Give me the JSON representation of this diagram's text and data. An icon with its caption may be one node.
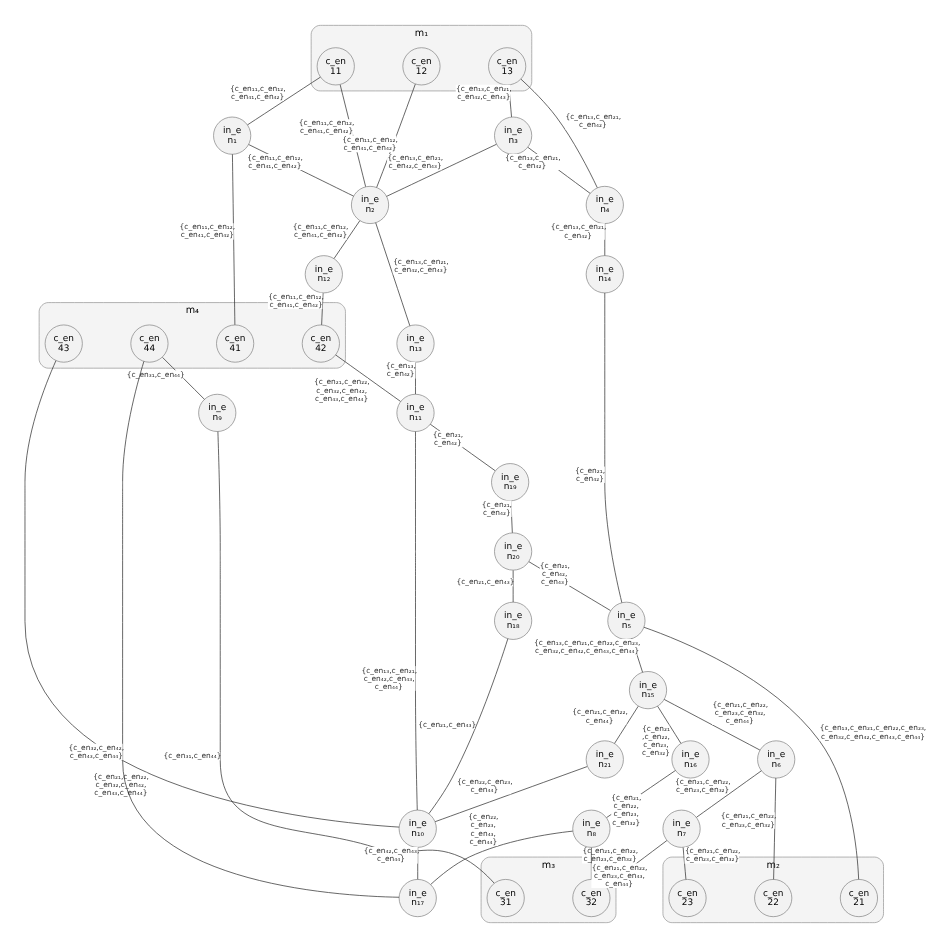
{
  "diagram": {
    "nodes": [
      {
        "text": [
          "m₁"
        ]
      },
      {
        "text": [
          "c_en 11"
        ],
        "in": 0
      },
      {
        "text": [
          "c_en 12"
        ],
        "in": 0
      },
      {
        "text": [
          "c_en 13"
        ],
        "in": 0
      },
      {
        "text": [
          "m₄"
        ]
      },
      {
        "text": [
          "c_en 41"
        ],
        "in": 4
      },
      {
        "text": [
          "c_en 42"
        ],
        "in": 4
      },
      {
        "text": [
          "c_en 43"
        ],
        "in": 4
      },
      {
        "text": [
          "c_en 44"
        ],
        "in": 4
      },
      {
        "text": [
          "m₂"
        ]
      },
      {
        "text": [
          "c_en 21"
        ],
        "in": 9
      },
      {
        "text": [
          "c_en 22"
        ],
        "in": 9
      },
      {
        "text": [
          "c_en 23"
        ],
        "in": 9
      },
      {
        "text": [
          "m₃"
        ]
      },
      {
        "text": [
          "c_en 31"
        ],
        "in": 13
      },
      {
        "text": [
          "c_en 32"
        ],
        "in": 13
      },
      {
        "text": [
          "in_e n₁"
        ]
      },
      {
        "text": [
          "in_e n₂"
        ]
      },
      {
        "text": [
          "in_e n₃"
        ]
      },
      {
        "text": [
          "in_e n₄"
        ]
      },
      {
        "text": [
          "in_e n₅"
        ]
      },
      {
        "text": [
          "in_e n₆"
        ]
      },
      {
        "text": [
          "in_e n₇"
        ]
      },
      {
        "text": [
          "in_e n₈"
        ]
      },
      {
        "text": [
          "in_e n₉"
        ]
      },
      {
        "text": [
          "in_e n₁₀"
        ]
      },
      {
        "text": [
          "in_e n₁₁"
        ]
      },
      {
        "text": [
          "in_e n₁₂"
        ]
      },
      {
        "text": [
          "in_e n₁₃"
        ]
      },
      {
        "text": [
          "in_e n₁₄"
        ]
      },
      {
        "text": [
          "in_e n₁₅"
        ]
      },
      {
        "text": [
          "in_e n₁₆"
        ]
      },
      {
        "text": [
          "in_e n₁₇"
        ]
      },
      {
        "text": [
          "in_e n₁₈"
        ]
      },
      {
        "text": [
          "in_e n₁₉"
        ]
      },
      {
        "text": [
          "in_e n₂₀"
        ]
      },
      {
        "text": [
          "in_e n₂₁"
        ]
      }
    ],
    "edges": [
      {
        "from": 1,
        "to": 16,
        "arrow": "none",
        "label": "{c_en₁₁,c_en₁₂, c_en₄₁,c_en₄₂}"
      },
      {
        "from": 1,
        "to": 17,
        "arrow": "none",
        "label": "{c_en₁₁,c_en₁₂, c_en₄₁,c_en₄₂}"
      },
      {
        "from": 2,
        "to": 17,
        "arrow": "none",
        "label": "{c_en₁₁,c_en₁₂, c_en₄₁,c_en₄₂}"
      },
      {
        "from": 16,
        "to": 17,
        "arrow": "none",
        "label": "{c_en₁₁,c_en₁₂, c_en₄₁,c_en₄₂}"
      },
      {
        "from": 16,
        "to": 5,
        "arrow": "none",
        "label": "{c_en₁₁,c_en₁₂, c_en₄₁,c_en₄₂}"
      },
      {
        "from": 17,
        "to": 27,
        "arrow": "none",
        "label": "{c_en₁₁,c_en₁₂, c_en₄₁,c_en₄₂}"
      },
      {
        "from": 27,
        "to": 6,
        "arrow": "none",
        "label": "{c_en₁₁,c_en₁₂, c_en₄₁,c_en₄₂}"
      },
      {
        "from": 3,
        "to": 18,
        "arrow": "none",
        "label": "{c_en₁₃,c_en₂₁, c_en₄₂,c_en₄₃}"
      },
      {
        "from": 18,
        "to": 17,
        "arrow": "none",
        "label": "{c_en₁₃,c_en₂₁, c_en₄₂,c_en₄₃}"
      },
      {
        "from": 3,
        "to": 19,
        "arrow": "none",
        "label": "{c_en₁₃,c_en₂₁, c_en₄₂}"
      },
      {
        "from": 18,
        "to": 19,
        "arrow": "none",
        "label": "{c_en₁₃,c_en₂₁, c_en₄₂}"
      },
      {
        "from": 19,
        "to": 29,
        "arrow": "none",
        "label": "{c_en₁₃,c_en₂₁, c_en₄₂}"
      },
      {
        "from": 17,
        "to": 28,
        "arrow": "none",
        "label": "{c_en₁₃,c_en₂₁, c_en₄₂,c_en₄₃}"
      },
      {
        "from": 28,
        "to": 26,
        "arrow": "none",
        "label": "{c_en₁₃, c_en₄₂}"
      },
      {
        "from": 29,
        "to": 20,
        "arrow": "none",
        "label": "{c_en₂₁, c_en₄₂}"
      },
      {
        "from": 26,
        "to": 34,
        "arrow": "none",
        "label": "{c_en₂₁, c_en₄₂}"
      },
      {
        "from": 34,
        "to": 35,
        "arrow": "none",
        "label": "{c_en₂₁, c_en₄₂}"
      },
      {
        "from": 35,
        "to": 20,
        "arrow": "none",
        "label": "{c_en₂₁, c_en₄₂, c_en₄₃}"
      },
      {
        "from": 35,
        "to": 33,
        "arrow": "none",
        "label": "{c_en₂₁,c_en₄₃}"
      },
      {
        "from": 33,
        "to": 25,
        "arrow": "none",
        "label": "{c_en₂₁,c_en₄₃}"
      },
      {
        "from": 26,
        "to": 25,
        "arrow": "none",
        "label": "{c_en₁₃,c_en₂₁, c_en₄₂,c_en₄₃, c_en₄₄}"
      },
      {
        "from": 6,
        "to": 26,
        "arrow": "none",
        "label": "{c_en₂₁,c_en₂₂, c_en₃₂,c_en₄₂, c_en₄₃,c_en₄₄}"
      },
      {
        "from": 7,
        "to": 25,
        "arrow": "none",
        "label": "{c_en₂₁,c_en₂₂, c_en₃₂,c_en₄₂, c_en₄₃,c_en₄₄}"
      },
      {
        "from": 20,
        "to": 10,
        "arrow": "none",
        "label": "{c_en₁₃,c_en₂₁,c_en₂₂,c_en₂₃, c_en₃₂,c_en₄₂,c_en₄₃,c_en₄₄}"
      },
      {
        "from": 20,
        "to": 30,
        "arrow": "none",
        "label": "{c_en₁₃,c_en₂₁,c_en₂₂,c_en₂₃, c_en₃₂,c_en₄₂,c_en₄₃,c_en₄₄}"
      },
      {
        "from": 30,
        "to": 36,
        "arrow": "none",
        "label": "{c_en₂₁,c_en₂₂, c_en₄₄}"
      },
      {
        "from": 30,
        "to": 21,
        "arrow": "none",
        "label": "{c_en₂₁,c_en₂₂, c_en₂₃,c_en₃₂, c_en₄₄}"
      },
      {
        "from": 30,
        "to": 31,
        "arrow": "none",
        "label": "{c_en₂₁ ,c_en₂₂, c_en₂₃, c_en₃₂}"
      },
      {
        "from": 21,
        "to": 11,
        "arrow": "none",
        "label": "{c_en₂₁,c_en₂₂, c_en₂₃,c_en₃₂}"
      },
      {
        "from": 21,
        "to": 22,
        "arrow": "none",
        "label": "{c_en₂₁,c_en₂₂, c_en₂₃,c_en₃₂}"
      },
      {
        "from": 22,
        "to": 12,
        "arrow": "none",
        "label": "{c_en₂₁,c_en₂₂, c_en₂₃,c_en₃₂}"
      },
      {
        "from": 22,
        "to": 15,
        "arrow": "none",
        "label": "{c_en₂₁,c_en₂₂, c_en₂₃,c_en₃₂}"
      },
      {
        "from": 31,
        "to": 23,
        "arrow": "none",
        "label": "{c_en₂₁, c_en₂₂, c_en₂₃, c_en₃₂}"
      },
      {
        "from": 23,
        "to": 15,
        "arrow": "none",
        "label": "{c_en₂₁,c_en₂₂, c_en₂₃,c_en₄₃, c_en₄₄}"
      },
      {
        "from": 23,
        "to": 32,
        "arrow": "none",
        "label": "{c_en₂₂, c_en₂₃, c_en₄₃, c_en₄₄}"
      },
      {
        "from": 36,
        "to": 25,
        "arrow": "none",
        "label": "{c_en₂₂,c_en₂₃, c_en₄₄}"
      },
      {
        "from": 25,
        "to": 32,
        "arrow": "none",
        "label": "{c_en₄₂,c_en₄₃, c_en₄₄}"
      },
      {
        "from": 8,
        "to": 32,
        "arrow": "none",
        "label": "{c_en₃₂,c_en₄₂, c_en₄₃,c_en₄₄}"
      },
      {
        "from": 8,
        "to": 24,
        "arrow": "none",
        "label": "{c_en₃₁,c_en₄₄}"
      },
      {
        "from": 24,
        "to": 14,
        "arrow": "none",
        "label": "{c_en₃₁,c_en₄₄}"
      }
    ]
  }
}
